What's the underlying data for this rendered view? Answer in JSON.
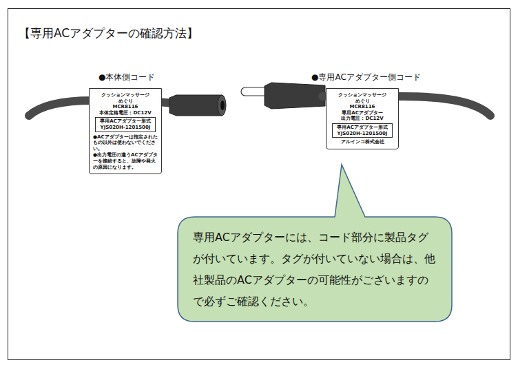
{
  "diagram": {
    "title": "【専用ACアダプターの確認方法】",
    "nodes": [
      {
        "text": [
          "クッションマッサージ",
          "めぐり",
          "MCR8116",
          "本体定格電圧：DC12V",
          "●ACアダプターは指定されたもの以外は使わないでください。",
          "●出力電圧の違うACアダプターを接続すると、故障や発火の原因になります。"
        ]
      },
      {
        "text": [
          "専用ACアダプター形式",
          "YJS020H-1201500J"
        ],
        "in": 0
      },
      {
        "text": [
          "クッションマッサージ",
          "めぐり",
          "MCR8116",
          "専用ACアダプター",
          "出力電圧：DC12V",
          "アルインコ株式会社"
        ]
      },
      {
        "text": [
          "専用ACアダプター形式",
          "YJS020H-1201500J"
        ],
        "in": 2
      },
      {
        "text": [
          "専用ACアダプターには、コード部分に製品タグが付いています。タグが付いていない場合は、他社製品のACアダプターの可能性がございますので必ずご確認ください。"
        ]
      }
    ],
    "labels": [
      "●本体側コード",
      "●専用ACアダプター側コード"
    ]
  }
}
